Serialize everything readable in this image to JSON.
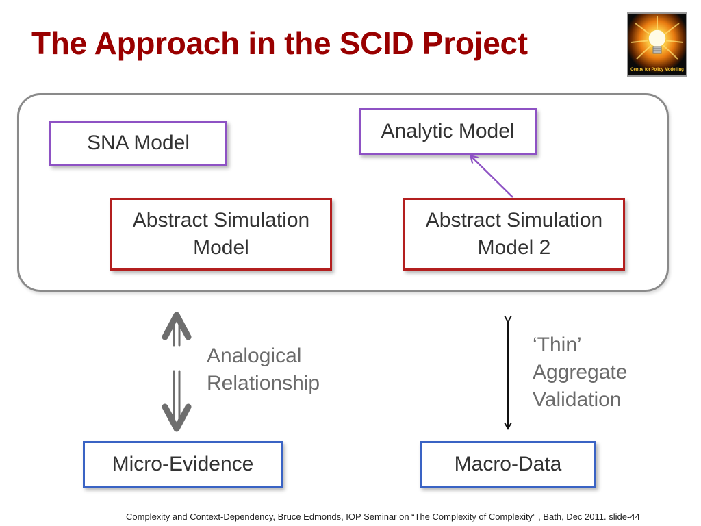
{
  "slide": {
    "title": "The Approach in the SCID Project",
    "footer": "Complexity and Context-Dependency, Bruce Edmonds, IOP Seminar on “The Complexity of Complexity” , Bath, Dec 2011. slide-44"
  },
  "logo": {
    "caption": "Centre for Policy Modelling",
    "icon": "lightbulb-icon"
  },
  "diagram": {
    "boxes": {
      "sna_model": "SNA Model",
      "analytic_model": "Analytic Model",
      "abstract_sim_line1": "Abstract Simulation",
      "abstract_sim_line2": "Model",
      "abstract_sim2_line1": "Abstract Simulation",
      "abstract_sim2_line2": "Model 2",
      "micro_evidence": "Micro-Evidence",
      "macro_data": "Macro-Data"
    },
    "labels": {
      "analogical_line1": "Analogical",
      "analogical_line2": "Relationship",
      "thin_line1": "‘Thin’",
      "thin_line2": "Aggregate",
      "thin_line3": "Validation"
    }
  },
  "colors": {
    "title": "#990000",
    "purple_border": "#8e52c4",
    "red_border": "#b31f1f",
    "blue_border": "#3a63c4",
    "container_border": "#8a8a8a",
    "label_text": "#6b6b6b"
  }
}
